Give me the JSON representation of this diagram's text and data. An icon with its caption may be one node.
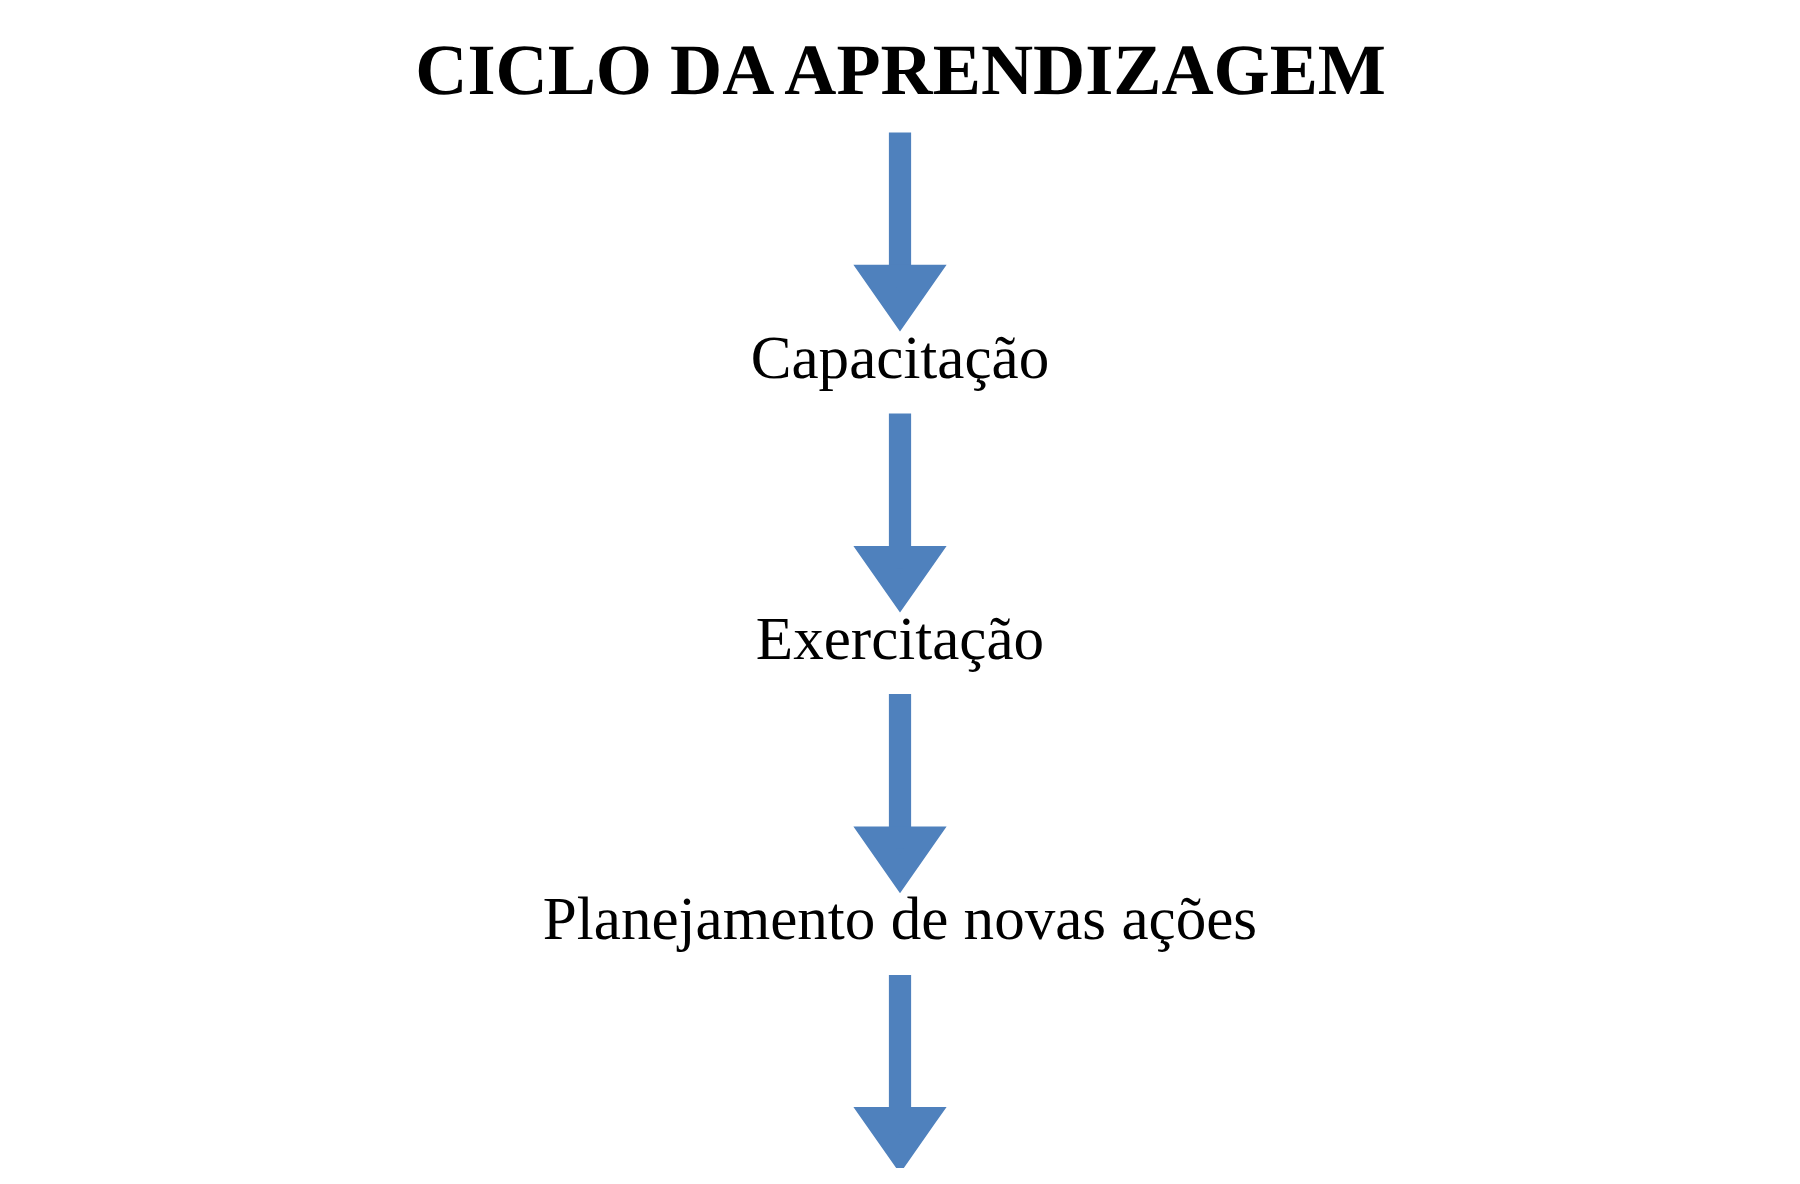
{
  "diagram": {
    "title": "CICLO DA APRENDIZAGEM",
    "nodes": [
      {
        "text": [
          "Capacitação"
        ]
      },
      {
        "text": [
          "Exercitação"
        ]
      },
      {
        "text": [
          "Planejamento de novas ações"
        ]
      }
    ],
    "edges": [
      {
        "from": 0,
        "to": 1,
        "arrow": "to"
      },
      {
        "from": 1,
        "to": 2,
        "arrow": "to"
      },
      {
        "from": 2,
        "to": null,
        "arrow": "to"
      },
      {
        "from": null,
        "to": 0,
        "arrow": "to"
      }
    ]
  }
}
